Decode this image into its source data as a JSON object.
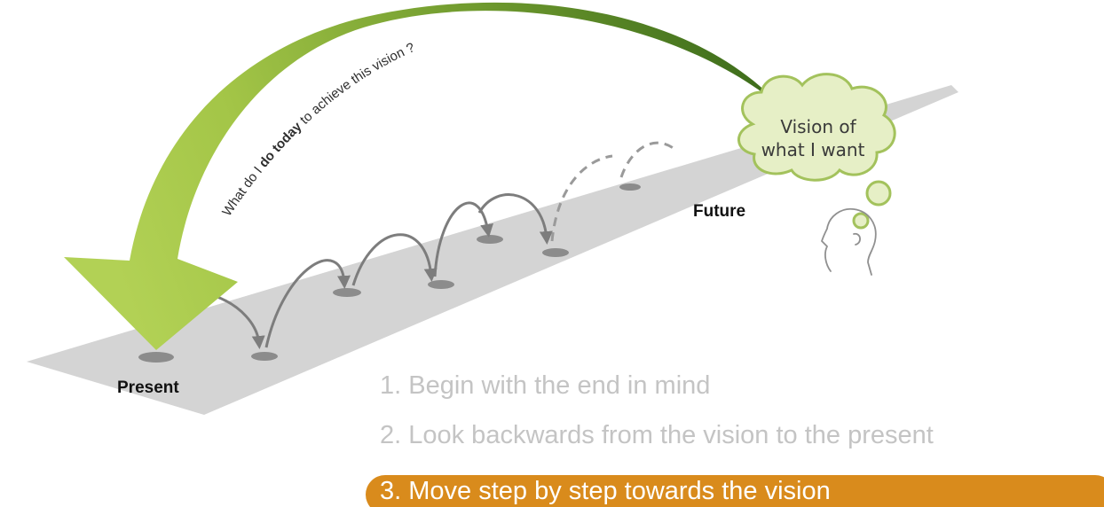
{
  "diagram": {
    "present_label": "Present",
    "future_label": "Future",
    "vision_line1": "Vision of",
    "vision_line2": "what I want",
    "arrow_text": {
      "part1": "What do I ",
      "part2": "do today",
      "part3": " to achieve this vision ?"
    }
  },
  "steps": [
    {
      "text": "1. Begin with the end in mind",
      "highlighted": false
    },
    {
      "text": "2. Look backwards from the vision to the present",
      "highlighted": false
    },
    {
      "text": "3. Move step by step towards the vision",
      "highlighted": true
    }
  ],
  "colors": {
    "road": "#d4d4d4",
    "stone": "#8c8c8c",
    "hop_arrow": "#7d7d7d",
    "big_arrow_light": "#a9c94a",
    "big_arrow_dark": "#4f7f23",
    "cloud_fill": "#e6efc6",
    "cloud_stroke": "#a3c25c",
    "muted_text": "#c4c4c4",
    "highlight_bar": "#d98b1c"
  }
}
